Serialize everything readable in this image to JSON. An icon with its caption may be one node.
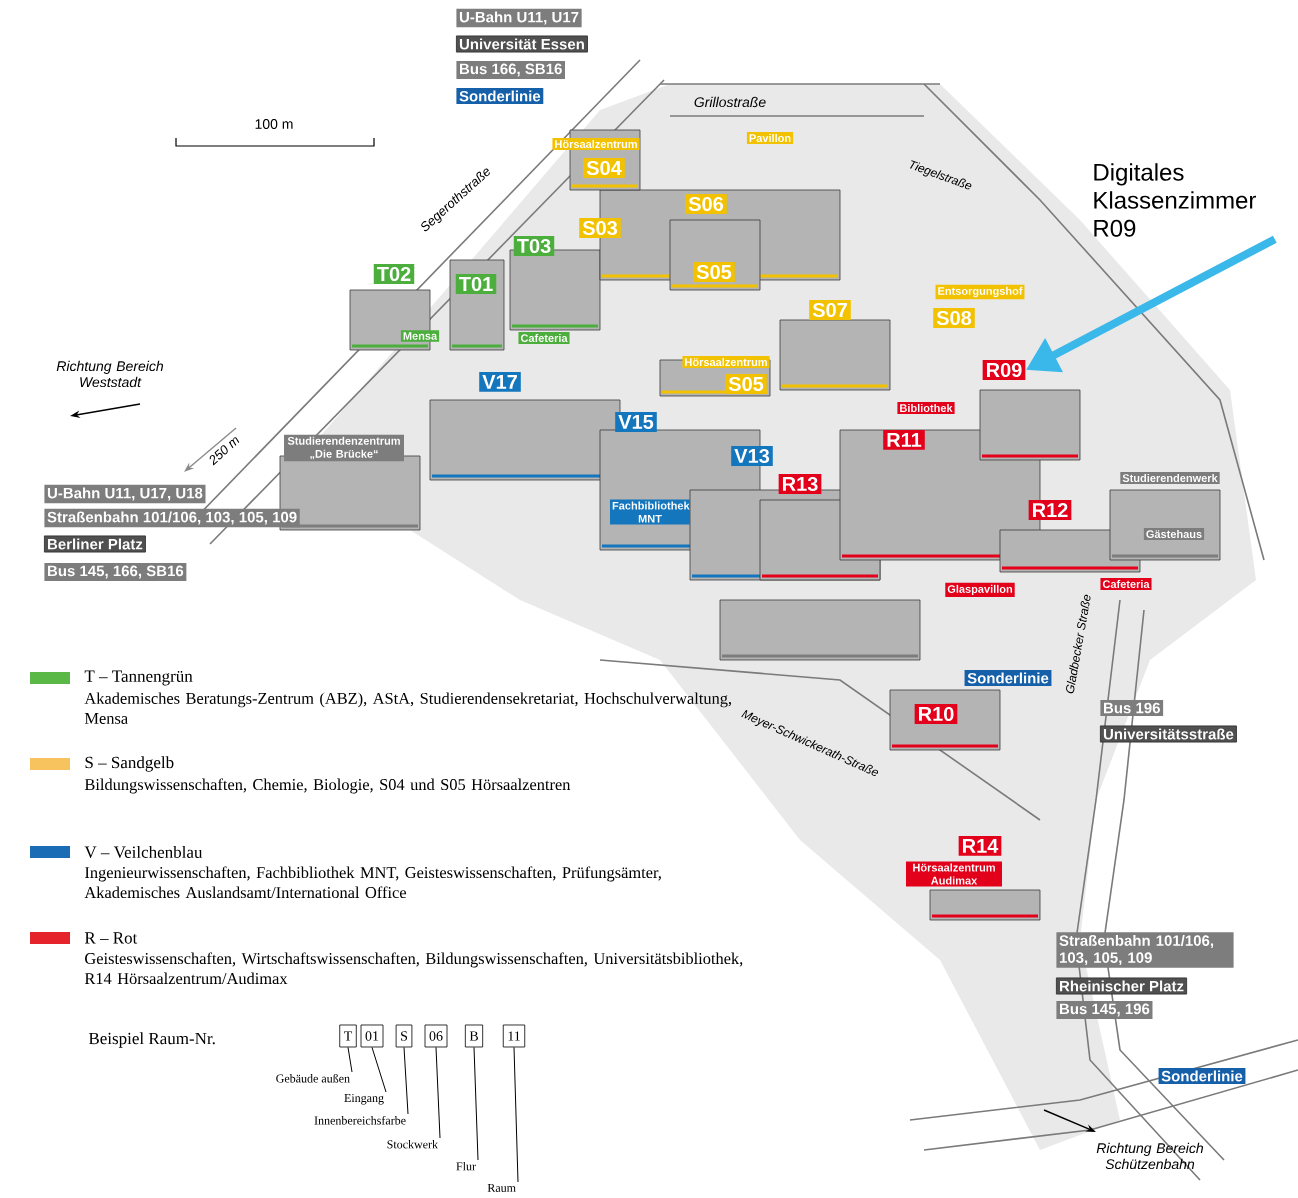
{
  "diagram": {
    "nodes": [
      {
        "text": [
          "Digitales Klassenzimmer R09"
        ]
      },
      {
        "text": [
          "U-Bahn U11, U17"
        ]
      },
      {
        "text": [
          "Universität Essen"
        ]
      },
      {
        "text": [
          "Bus 166, SB16"
        ]
      },
      {
        "text": [
          "Sonderlinie"
        ]
      },
      {
        "text": [
          "Hörsaalzentrum"
        ]
      },
      {
        "text": [
          "Pavillon"
        ]
      },
      {
        "text": [
          "S04"
        ]
      },
      {
        "text": [
          "S06"
        ]
      },
      {
        "text": [
          "S03"
        ]
      },
      {
        "text": [
          "T03"
        ]
      },
      {
        "text": [
          "S05"
        ]
      },
      {
        "text": [
          "T02"
        ]
      },
      {
        "text": [
          "T01"
        ]
      },
      {
        "text": [
          "S07"
        ]
      },
      {
        "text": [
          "Entsorgungshof"
        ]
      },
      {
        "text": [
          "S08"
        ]
      },
      {
        "text": [
          "Mensa"
        ]
      },
      {
        "text": [
          "Cafeteria"
        ]
      },
      {
        "text": [
          "Hörsaalzentrum"
        ]
      },
      {
        "text": [
          "S05"
        ]
      },
      {
        "text": [
          "R09"
        ]
      },
      {
        "text": [
          "V17"
        ]
      },
      {
        "text": [
          "Bibliothek"
        ]
      },
      {
        "text": [
          "V15"
        ]
      },
      {
        "text": [
          "R11"
        ]
      },
      {
        "text": [
          "Studierendenzentrum „Die Brücke“"
        ]
      },
      {
        "text": [
          "V13"
        ]
      },
      {
        "text": [
          "Studierendenwerk"
        ]
      },
      {
        "text": [
          "R13"
        ]
      },
      {
        "text": [
          "R12"
        ]
      },
      {
        "text": [
          "Fachbibliothek MNT"
        ]
      },
      {
        "text": [
          "Gästehaus"
        ]
      },
      {
        "text": [
          "U-Bahn U11, U17, U18"
        ]
      },
      {
        "text": [
          "Straßenbahn 101/106, 103, 105, 109"
        ]
      },
      {
        "text": [
          "Berliner Platz"
        ]
      },
      {
        "text": [
          "Bus 145, 166, SB16"
        ]
      },
      {
        "text": [
          "Glaspavillon"
        ]
      },
      {
        "text": [
          "Cafeteria"
        ]
      },
      {
        "text": [
          "Sonderlinie"
        ]
      },
      {
        "text": [
          "Bus 196"
        ]
      },
      {
        "text": [
          "Universitätsstraße"
        ]
      },
      {
        "text": [
          "R10"
        ]
      },
      {
        "text": [
          "R14"
        ]
      },
      {
        "text": [
          "Hörsaalzentrum Audimax"
        ]
      },
      {
        "text": [
          "Straßenbahn 101/106, 103, 105, 109"
        ]
      },
      {
        "text": [
          "Rheinischer Platz"
        ]
      },
      {
        "text": [
          "Bus 145, 196"
        ]
      },
      {
        "text": [
          "Sonderlinie"
        ]
      },
      {
        "text": [
          "T"
        ]
      },
      {
        "text": [
          "01"
        ]
      },
      {
        "text": [
          "S"
        ]
      },
      {
        "text": [
          "06"
        ]
      },
      {
        "text": [
          "B"
        ]
      },
      {
        "text": [
          "11"
        ]
      },
      {
        "text": [
          "Gebäude außen"
        ]
      },
      {
        "text": [
          "Eingang"
        ]
      },
      {
        "text": [
          "Innenbereichsfarbe"
        ]
      },
      {
        "text": [
          "Stockwerk"
        ]
      },
      {
        "text": [
          "Flur"
        ]
      },
      {
        "text": [
          "Raum"
        ]
      }
    ],
    "edges": [
      {
        "from": 0,
        "to": 21,
        "arrow": "to",
        "style": "thick",
        "color": "#3bb8ea"
      },
      {
        "from": 55,
        "to": 49,
        "arrow": "none"
      },
      {
        "from": 56,
        "to": 50,
        "arrow": "none"
      },
      {
        "from": 57,
        "to": 51,
        "arrow": "none"
      },
      {
        "from": 58,
        "to": 52,
        "arrow": "none"
      },
      {
        "from": 59,
        "to": 53,
        "arrow": "none"
      },
      {
        "from": 60,
        "to": 54,
        "arrow": "none"
      }
    ],
    "labels": [
      "100 m",
      "Grillostraße",
      "Segerothstraße",
      "Tiegelstraße",
      "Richtung Bereich Weststadt",
      "250 m",
      "Meyer-Schwickerath-Straße",
      "Gladbecker Straße",
      "Akademisches Beratungs-Zentrum (ABZ), AStA, Studierendensekretariat, Hochschulverwaltung, Mensa",
      "Bildungswissenschaften, Chemie, Biologie, S04 und S05 Hörsaalzentren",
      "Ingenieurwissenschaften, Fachbibliothek MNT, Geisteswissenschaften, Prüfungsämter, Akademisches Auslandsamt/International Office",
      "Geisteswissenschaften, Wirtschaftswissenschaften, Bildungswissenschaften, Universitätsbibliothek, R14 Hörsaalzentrum/Audimax",
      "Beispiel Raum-Nr.",
      "Richtung Bereich Schützenbahn"
    ],
    "legend": [
      {
        "text": "T – Tannengrün",
        "color": "#5ab946"
      },
      {
        "text": "S – Sandgelb",
        "color": "#f6c35e"
      },
      {
        "text": "V – Veilchenblau",
        "color": "#1a6db5"
      },
      {
        "text": "R – Rot",
        "color": "#e4232b"
      }
    ]
  }
}
